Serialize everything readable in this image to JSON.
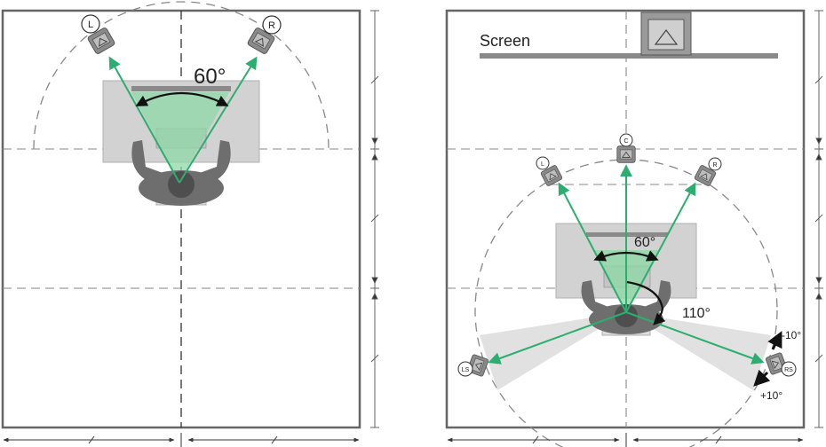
{
  "left_diagram": {
    "angle_label": "60°",
    "speakers": [
      {
        "id": "L",
        "label": "L"
      },
      {
        "id": "R",
        "label": "R"
      }
    ]
  },
  "right_diagram": {
    "screen_label": "Screen",
    "front_angle_label": "60°",
    "surround_angle_label": "110°",
    "tolerance_minus": "-10°",
    "tolerance_plus": "+10°",
    "speakers": [
      {
        "id": "C",
        "label": "C"
      },
      {
        "id": "L",
        "label": "L"
      },
      {
        "id": "R",
        "label": "R"
      },
      {
        "id": "LS",
        "label": "LS"
      },
      {
        "id": "RS",
        "label": "RS"
      }
    ]
  },
  "colors": {
    "arrow_green": "#2cae6e",
    "cone_green": "#8fd8a8",
    "room_border": "#666666",
    "dash": "#888888",
    "desk": "#d2d2d2",
    "person": "#6e6e6e",
    "speaker": "#8a8a8a"
  }
}
